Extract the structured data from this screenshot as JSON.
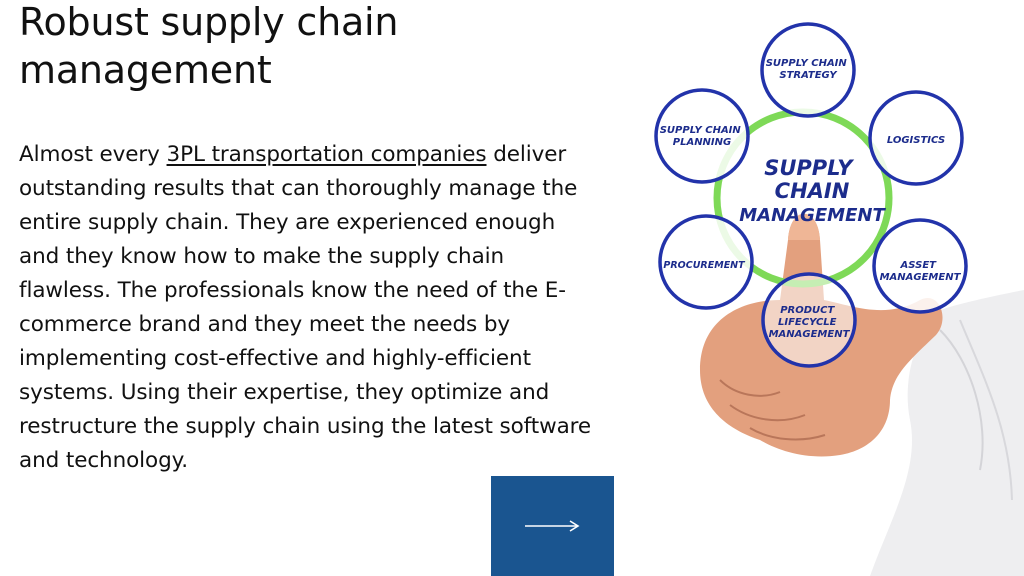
{
  "title": "Robust supply chain management",
  "paragraph": {
    "before_link": "Almost every ",
    "link_text": "3PL transportation companies",
    "after_link": " deliver outstanding results that can thoroughly manage the entire supply chain. They are experienced enough and they know how to make the supply chain flawless. The professionals know the need of the E-commerce brand and they meet the needs by implementing cost-effective and highly-efficient systems. Using their expertise, they optimize and restructure the supply chain using the latest software and technology."
  },
  "next_button": {
    "icon": "arrow-right-icon"
  },
  "diagram": {
    "center_lines": [
      "SUPPLY",
      "CHAIN",
      "MANAGEMENT"
    ],
    "nodes": {
      "strategy": [
        "SUPPLY CHAIN",
        "STRATEGY"
      ],
      "logistics": [
        "LOGISTICS"
      ],
      "asset": [
        "ASSET",
        "MANAGEMENT"
      ],
      "product": [
        "PRODUCT",
        "LIFECYCLE",
        "MANAGEMENT"
      ],
      "procurement": [
        "PROCUREMENT"
      ],
      "planning": [
        "SUPPLY CHAIN",
        "PLANNING"
      ]
    },
    "colors": {
      "ring": "#2233aa",
      "center_ring": "#7ed957",
      "text": "#1c2c8c",
      "button": "#1a5590"
    }
  }
}
